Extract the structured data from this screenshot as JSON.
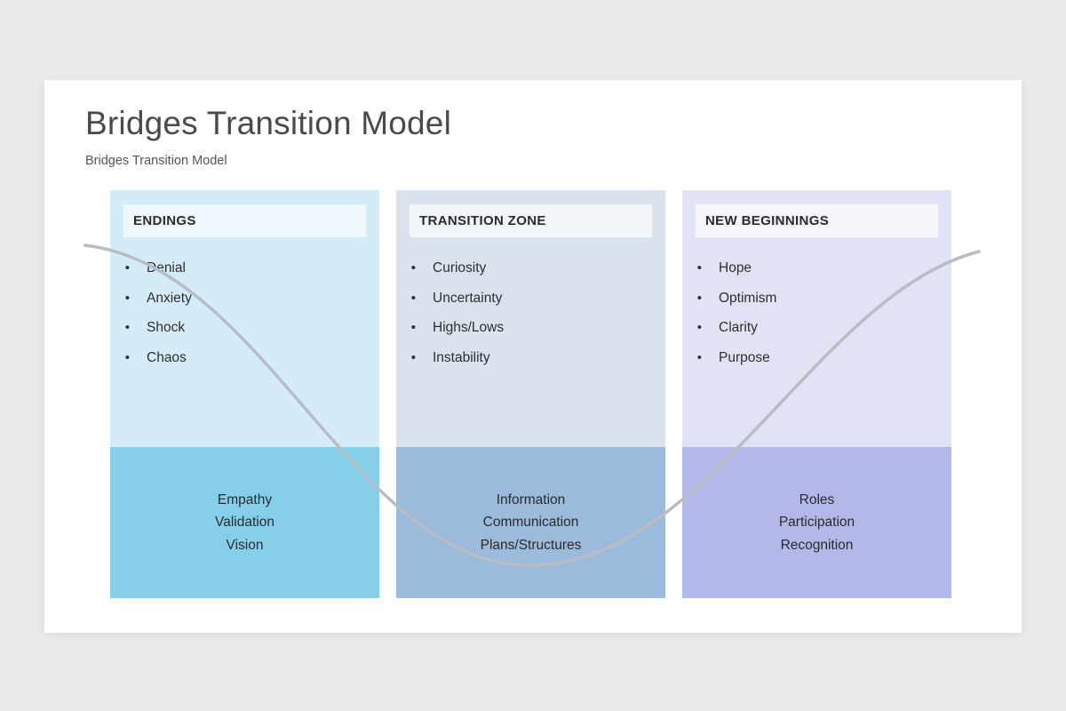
{
  "slide": {
    "title": "Bridges Transition Model",
    "subtitle": "Bridges Transition Model"
  },
  "colors": {
    "canvas_background": "#eaeaea",
    "panel_background": "#ffffff",
    "title_color": "#4a4a4a",
    "subtitle_color": "#545454",
    "curve_color": "#b8bcc4"
  },
  "columns": [
    {
      "id": "endings",
      "header": "ENDINGS",
      "header_bg": "#eff9fd",
      "top_bg": "#d4ecf8",
      "bottom_bg": "#85cfeb",
      "items": [
        "Denial",
        "Anxiety",
        "Shock",
        "Chaos"
      ],
      "outcomes": [
        "Empathy",
        "Validation",
        "Vision"
      ]
    },
    {
      "id": "transition-zone",
      "header": "TRANSITION ZONE",
      "header_bg": "#f2f5f9",
      "top_bg": "#dae2ee",
      "bottom_bg": "#9cbadb",
      "items": [
        "Curiosity",
        "Uncertainty",
        "Highs/Lows",
        "Instability"
      ],
      "outcomes": [
        "Information",
        "Communication",
        "Plans/Structures"
      ]
    },
    {
      "id": "new-beginnings",
      "header": "NEW BEGINNINGS",
      "header_bg": "#f5f5fc",
      "top_bg": "#e2e2f5",
      "bottom_bg": "#b3b8e8",
      "items": [
        "Hope",
        "Optimism",
        "Clarity",
        "Purpose"
      ],
      "outcomes": [
        "Roles",
        "Participation",
        "Recognition"
      ]
    }
  ],
  "bullet_glyph": "•"
}
